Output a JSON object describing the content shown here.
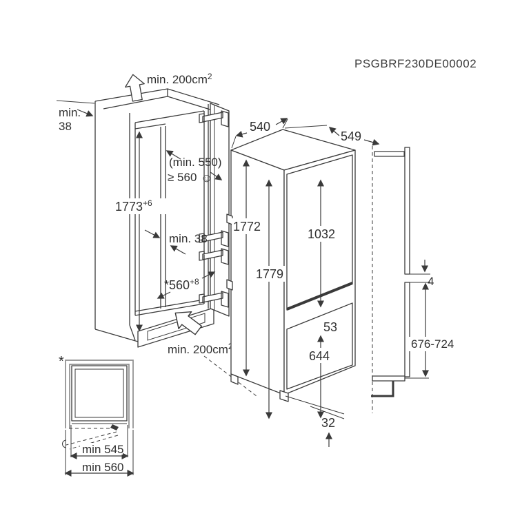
{
  "title": {
    "product_code": "PSGBRF230DE00002"
  },
  "niche": {
    "vent_top": "min. 200cm",
    "vent_top_sup": "2",
    "clearance_top_1": "min.",
    "clearance_top_2": "38",
    "height": "1773",
    "height_sup": "+6",
    "depth_note": "(min. 550)",
    "depth_min": "≥ 560",
    "smiley": "☺",
    "rear_clearance": "min. 38",
    "depth": "*560",
    "depth_sup": "+8",
    "vent_bottom": "min. 200cm",
    "vent_bottom_sup": "2"
  },
  "appliance": {
    "width": "540",
    "depth": "549",
    "height_body": "1772",
    "height_total": "1779",
    "upper_door_height": "1032",
    "door_gap": "53",
    "lower_door_height": "644",
    "plinth_height": "32"
  },
  "panels": {
    "gap": "4",
    "lower_panel_height": "676-724"
  },
  "plan": {
    "marker": "*",
    "width_inner": "min 545",
    "width_outer": "min 560"
  },
  "colors": {
    "line": "#3a3a3a",
    "wall": "#8e8e8e",
    "background": "#ffffff"
  }
}
